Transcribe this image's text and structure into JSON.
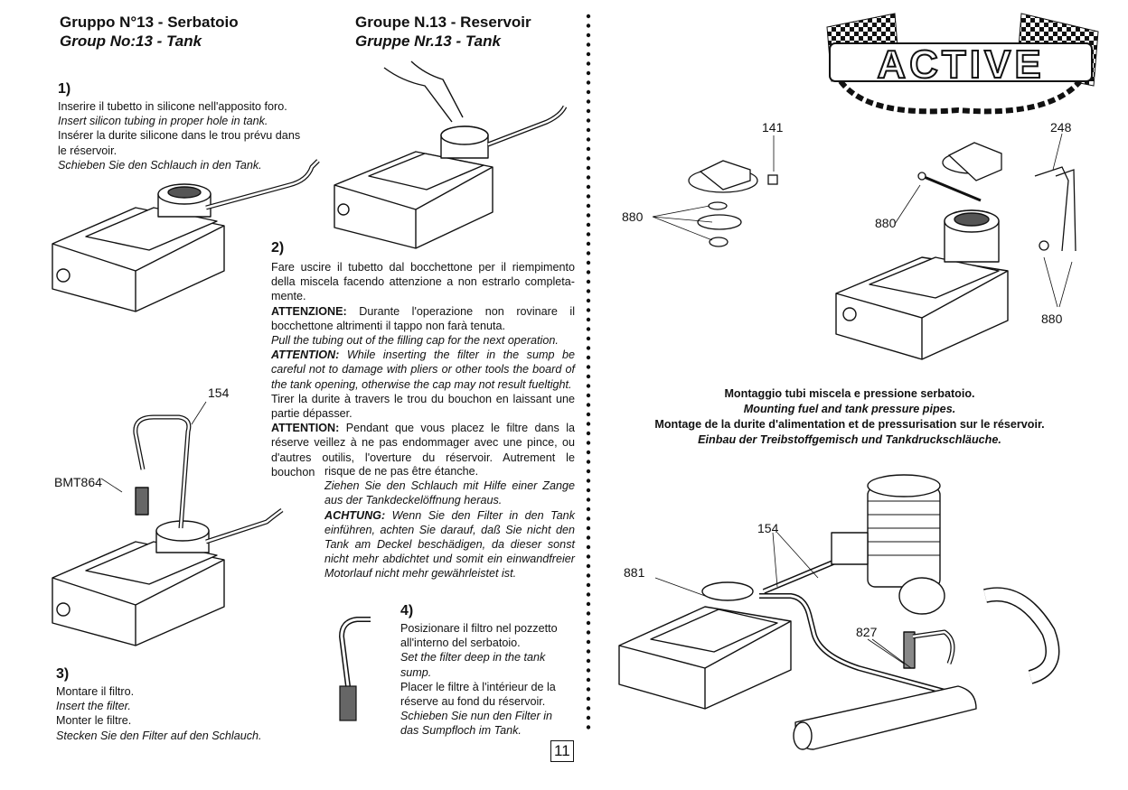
{
  "header_left": {
    "title_it": "Gruppo N°13 - Serbatoio",
    "title_en": "Group No:13 - Tank"
  },
  "header_mid": {
    "title_fr": "Groupe N.13 - Reservoir",
    "title_de": "Gruppe Nr.13 - Tank"
  },
  "step1": {
    "num": "1)",
    "it": "Inserire il tubetto in silicone nell'apposito foro.",
    "en": "Insert silicon tubing in proper hole in tank.",
    "fr1": "Insérer la durite silicone dans le trou prévu dans",
    "fr2": "le réservoir.",
    "de": "Schieben Sie den Schlauch in den Tank."
  },
  "step2": {
    "num": "2)",
    "it1": "Fare uscire il tubetto dal bocchettone per il riempimento della miscela facendo attenzione a non estrarlo completa-mente.",
    "warn_it_label": "ATTENZIONE:",
    "warn_it": " Durante l'operazione non rovinare il bocchettone altrimenti il tappo non farà tenuta.",
    "en1": "Pull the tubing out of the filling cap for the next operation.",
    "warn_en_label": "ATTENTION:",
    "warn_en": " While inserting the filter in the sump be careful not to damage with pliers or other tools the board of the tank opening, otherwise the cap may not result fueltight.",
    "fr1": "Tirer la durite à travers le trou du bouchon en laissant une partie dépasser.",
    "warn_fr_label": "ATTENTION:",
    "warn_fr": " Pendant que vous placez le filtre dans la réserve veillez à ne pas endommager avec une pince, ou d'autres outilis, l'overture du réservoir. Autrement le bouchon",
    "fr_end": "risque de ne pas être étanche.",
    "de1": "Ziehen Sie den Schlauch mit Hilfe einer Zange aus der Tankdeckelöffnung heraus.",
    "warn_de_label": "ACHTUNG:",
    "warn_de": " Wenn Sie den Filter in den Tank einführen, achten Sie darauf, daß Sie nicht den Tank am Deckel beschädigen, da dieser sonst nicht mehr abdichtet und somit ein einwandfreier Motorlauf nicht mehr gewährleistet ist."
  },
  "step3": {
    "num": "3)",
    "it": "Montare il filtro.",
    "en": "Insert the filter.",
    "fr": "Monter le filtre.",
    "de": "Stecken Sie den Filter auf den Schlauch."
  },
  "step4": {
    "num": "4)",
    "it1": "Posizionare il filtro nel pozzetto",
    "it2": "all'interno del serbatoio.",
    "en1": "Set the filter deep in the tank",
    "en2": "sump.",
    "fr1": "Placer le filtre à l'intérieur de la",
    "fr2": "réserve au fond du réservoir.",
    "de1": "Schieben Sie nun den Filter in",
    "de2": "das Sumpfloch im Tank."
  },
  "labels": {
    "p154a": "154",
    "bmt864": "BMT864",
    "p141": "141",
    "p248": "248",
    "p880a": "880",
    "p880b": "880",
    "p880c": "880",
    "p154b": "154",
    "p881": "881",
    "p827": "827"
  },
  "caption": {
    "it": "Montaggio tubi miscela e pressione serbatoio.",
    "en": "Mounting fuel and tank pressure pipes.",
    "fr": "Montage de la durite d'alimentation et de pressurisation sur le réservoir.",
    "de": "Einbau der Treibstoffgemisch und Tankdruckschläuche."
  },
  "logo_text": "ACTIVE",
  "page_number": "11"
}
